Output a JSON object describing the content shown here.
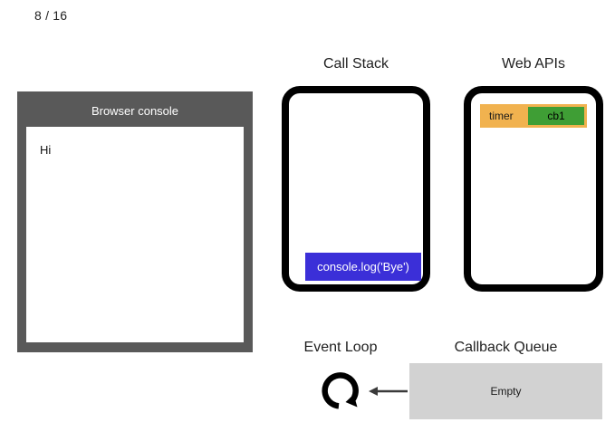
{
  "slide": {
    "counter": "8 / 16"
  },
  "browser_console": {
    "title": "Browser console",
    "log_lines": [
      "Hi"
    ]
  },
  "call_stack": {
    "heading": "Call Stack",
    "frames": [
      {
        "label": "console.log('Bye')",
        "color": "#3b2fd8",
        "text_color": "#ffffff"
      }
    ]
  },
  "web_apis": {
    "heading": "Web APIs",
    "tasks": [
      {
        "label": "timer",
        "color": "#f1b24f",
        "callback": {
          "label": "cb1",
          "color": "#3f9e35"
        }
      }
    ]
  },
  "event_loop": {
    "heading": "Event Loop",
    "icon": "circular-arrow-icon",
    "flow_arrow": "arrow-left-icon"
  },
  "callback_queue": {
    "heading": "Callback Queue",
    "status": "Empty",
    "items": []
  },
  "colors": {
    "console_frame": "#595959",
    "console_surface": "#ffffff",
    "panel_border": "#000000",
    "stack_frame": "#3b2fd8",
    "web_api_task": "#f1b24f",
    "web_api_callback": "#3f9e35",
    "queue_surface": "#d2d2d2",
    "background": "#ffffff"
  }
}
